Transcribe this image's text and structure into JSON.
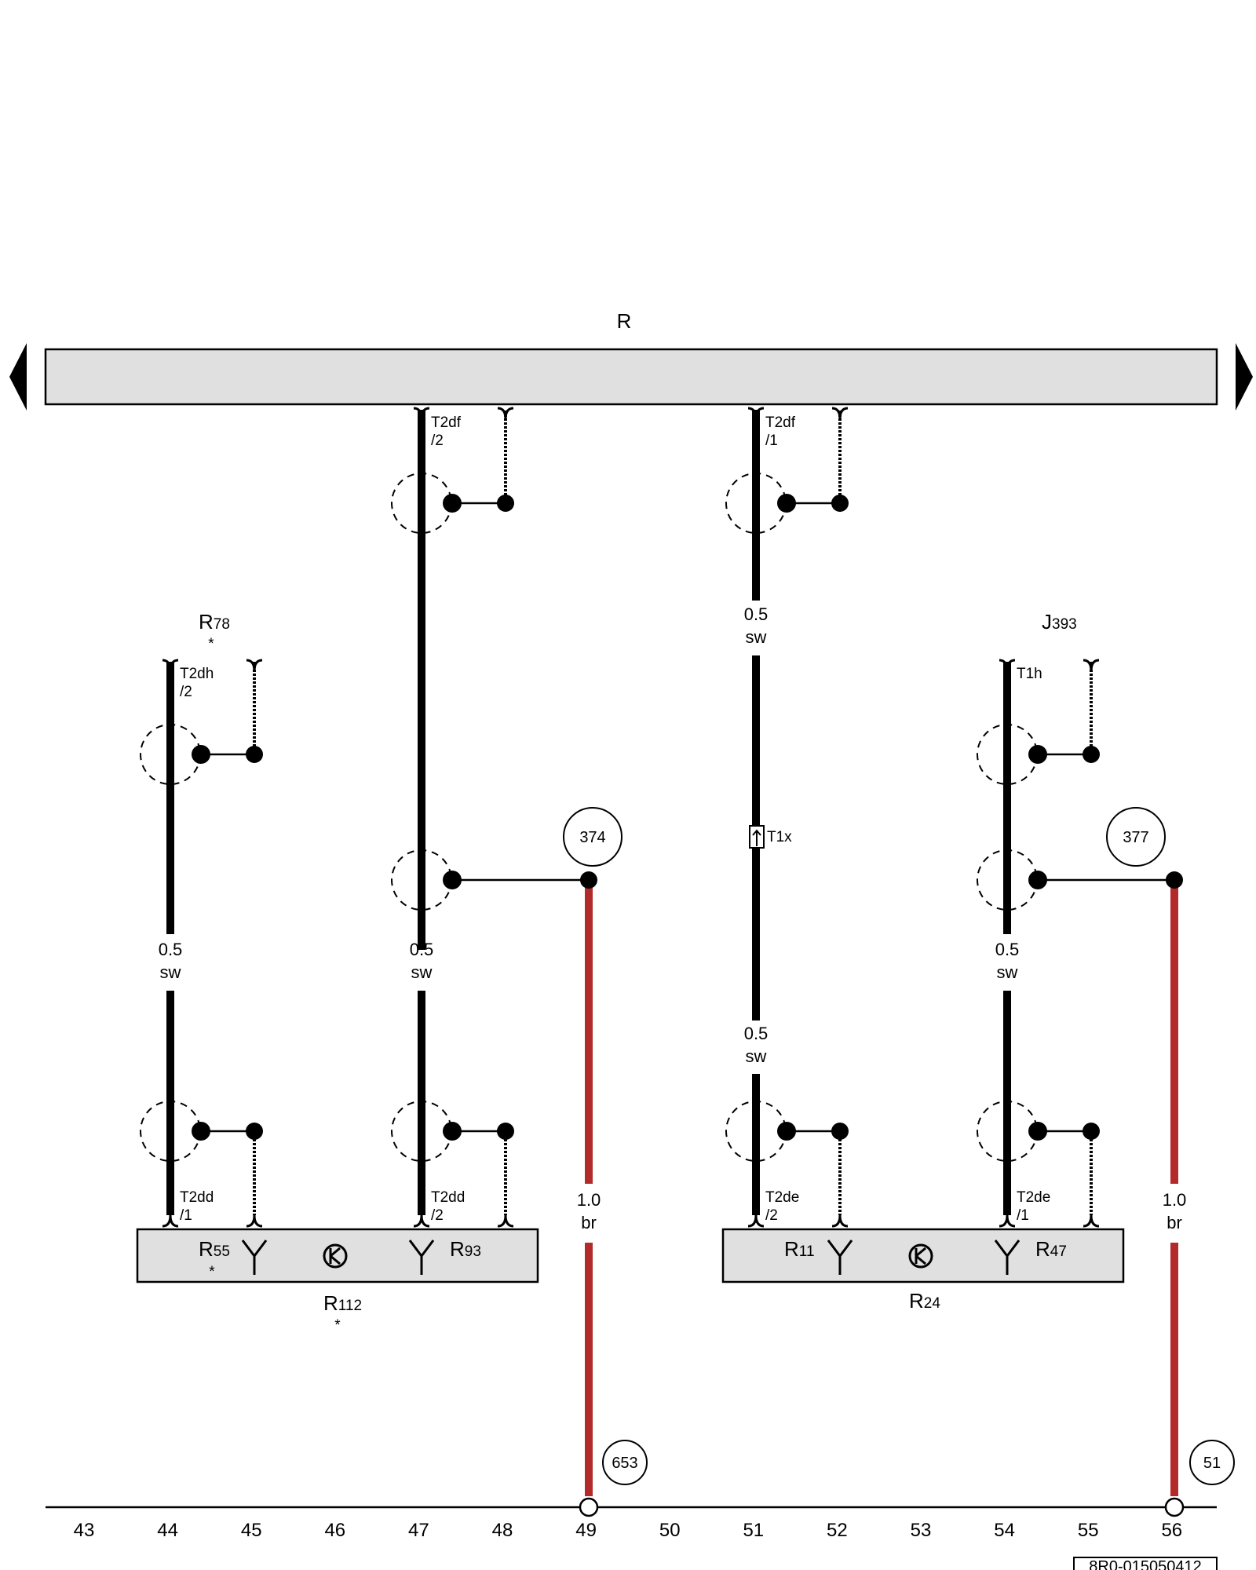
{
  "bus": {
    "label": "R"
  },
  "labels": {
    "r78": {
      "base": "R",
      "sub": "78",
      "star": "*"
    },
    "j393": {
      "base": "J",
      "sub": "393"
    },
    "r112": {
      "base": "R",
      "sub": "112",
      "star": "*"
    },
    "r24": {
      "base": "R",
      "sub": "24"
    },
    "r55": {
      "base": "R",
      "sub": "55",
      "star": "*"
    },
    "r93": {
      "base": "R",
      "sub": "93"
    },
    "r11": {
      "base": "R",
      "sub": "11"
    },
    "r47": {
      "base": "R",
      "sub": "47"
    }
  },
  "connectors": {
    "t2df_2": {
      "line1": "T2df",
      "line2": "/2"
    },
    "t2df_1": {
      "line1": "T2df",
      "line2": "/1"
    },
    "t2dh_2": {
      "line1": "T2dh",
      "line2": "/2"
    },
    "t1h": {
      "line1": "T1h"
    },
    "t1x": {
      "line1": "T1x"
    },
    "t2dd_1": {
      "line1": "T2dd",
      "line2": "/1"
    },
    "t2dd_2": {
      "line1": "T2dd",
      "line2": "/2"
    },
    "t2de_2": {
      "line1": "T2de",
      "line2": "/2"
    },
    "t2de_1": {
      "line1": "T2de",
      "line2": "/1"
    }
  },
  "wires": {
    "w44": {
      "size": "0.5",
      "color": "sw"
    },
    "w47": {
      "size": "0.5",
      "color": "sw"
    },
    "w51a": {
      "size": "0.5",
      "color": "sw"
    },
    "w51b": {
      "size": "0.5",
      "color": "sw"
    },
    "w54": {
      "size": "0.5",
      "color": "sw"
    },
    "w49": {
      "size": "1.0",
      "color": "br"
    },
    "w56": {
      "size": "1.0",
      "color": "br"
    }
  },
  "refs": {
    "r374": "374",
    "r377": "377",
    "r653": "653",
    "r51": "51"
  },
  "columns": [
    "43",
    "44",
    "45",
    "46",
    "47",
    "48",
    "49",
    "50",
    "51",
    "52",
    "53",
    "54",
    "55",
    "56"
  ],
  "doc_id": "8R0-015050412",
  "colors": {
    "wire_black": "#000000",
    "wire_brown": "#b22a2a",
    "box_fill": "#e0e0e0",
    "bus_fill": "#e0e0e0"
  }
}
